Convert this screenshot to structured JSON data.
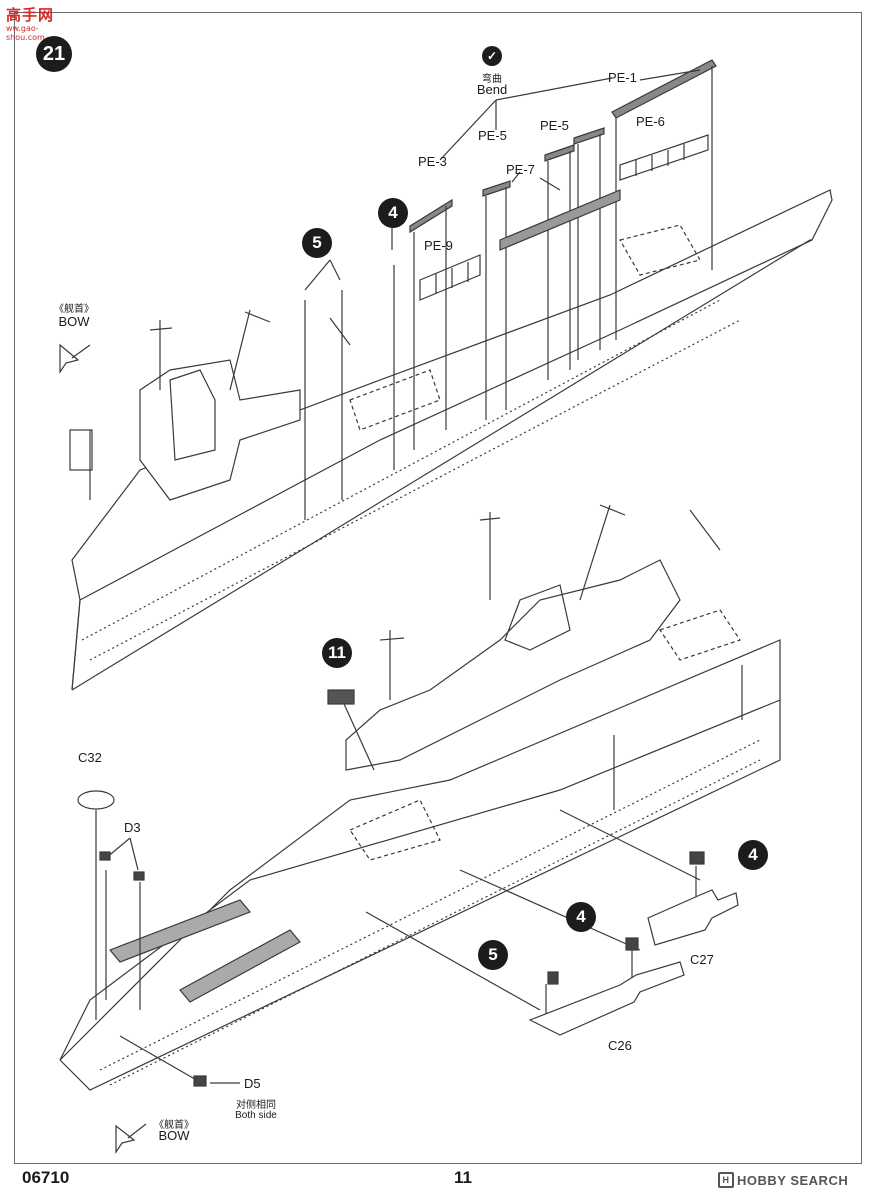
{
  "watermark": {
    "brand_cn": "高手网",
    "url": "ww.gao-shou.com"
  },
  "step_number": "21",
  "bend": {
    "cn": "弯曲",
    "en": "Bend"
  },
  "upper_assembly": {
    "bow_cn": "《舰首》",
    "bow_en": "BOW",
    "photo_etch": [
      "PE-1",
      "PE-5",
      "PE-5",
      "PE-6",
      "PE-3",
      "PE-7",
      "PE-9"
    ],
    "callouts": [
      "4",
      "5"
    ]
  },
  "lower_assembly": {
    "bow_cn": "《舰首》",
    "bow_en": "BOW",
    "callouts": [
      "11",
      "4",
      "4",
      "5"
    ],
    "parts": [
      "C32",
      "D3",
      "D5",
      "C27",
      "C26"
    ],
    "note_cn": "对侧相同",
    "note_en": "Both side"
  },
  "footer": {
    "product_code": "06710",
    "page_number": "11",
    "source": "HOBBY SEARCH"
  },
  "colors": {
    "ink": "#1c1c1c",
    "line": "#3a3a3a",
    "frame": "#6b6b6b",
    "watermark": "#d42a2a"
  }
}
